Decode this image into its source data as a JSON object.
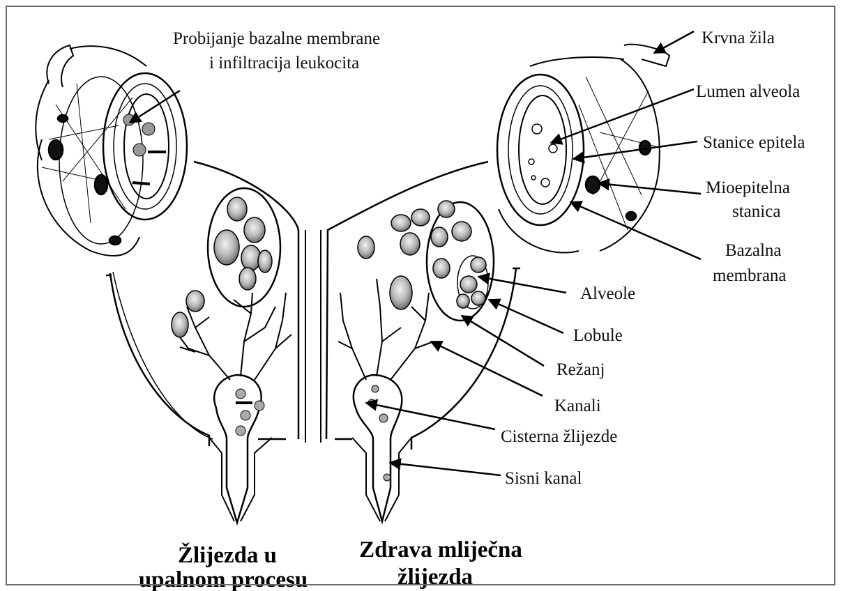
{
  "left_labels": {
    "membrane_breach_line1": "Probijanje bazalne membrane",
    "membrane_breach_line2": "i infiltracija leukocita"
  },
  "right_labels": {
    "blood_vessel": "Krvna žila",
    "alveolus_lumen": "Lumen alveola",
    "epithelial_cells": "Stanice epitela",
    "myoepithelial_line1": "Mioepitelna",
    "myoepithelial_line2": "stanica",
    "basal_membrane_line1": "Bazalna",
    "basal_membrane_line2": "membrana",
    "alveoli": "Alveole",
    "lobules": "Lobule",
    "lobe": "Režanj",
    "ducts": "Kanali",
    "gland_cistern": "Cisterna žlijezde",
    "teat_canal": "Sisni kanal"
  },
  "titles": {
    "inflamed_line1": "Žlijezda u",
    "inflamed_line2": "upalnom procesu",
    "healthy_line1": "Zdrava mliječna",
    "healthy_line2": "žlijezda"
  }
}
